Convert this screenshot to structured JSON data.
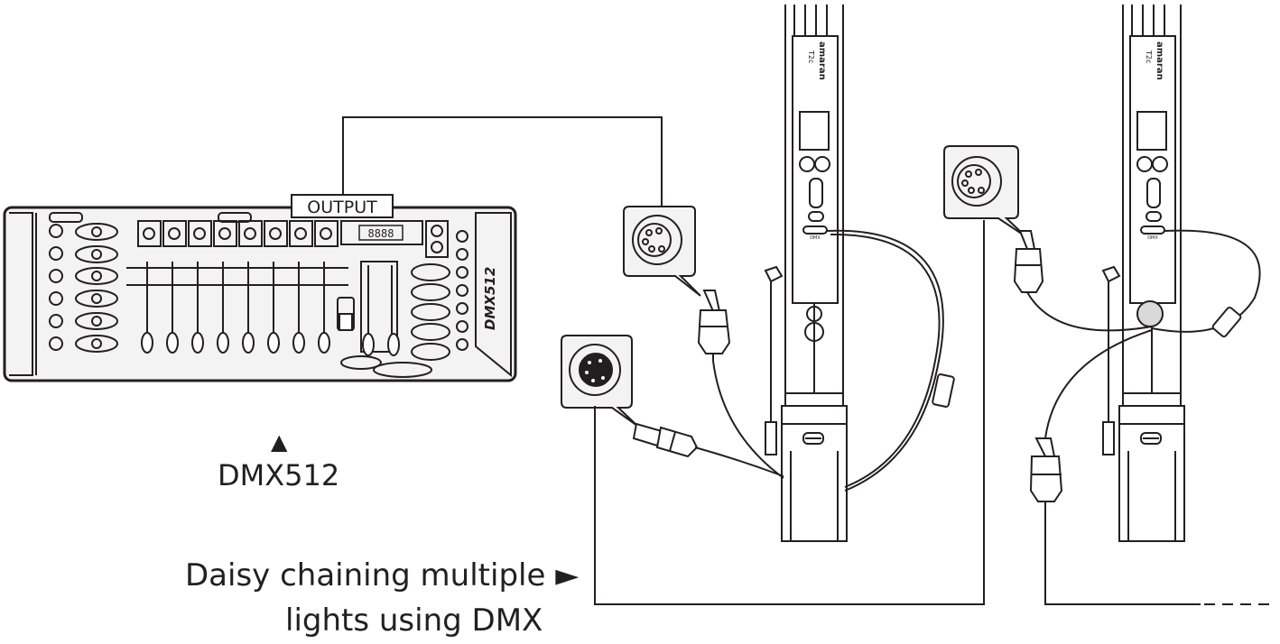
{
  "console": {
    "output_label": "OUTPUT",
    "display_text": "8888",
    "panel_text": "DMX512"
  },
  "controller_caption": {
    "arrow": "▲",
    "text": "DMX512"
  },
  "caption": {
    "line1": "Daisy chaining multiple ►",
    "line2": "lights using DMX"
  },
  "lights": [
    {
      "brand": "amaran",
      "model": "T2c",
      "port_label": "DMX"
    },
    {
      "brand": "amaran",
      "model": "T2c",
      "port_label": "DMX"
    }
  ],
  "colors": {
    "line": "#231f20",
    "panel_fill": "#f3f3f3",
    "background": "#ffffff"
  }
}
